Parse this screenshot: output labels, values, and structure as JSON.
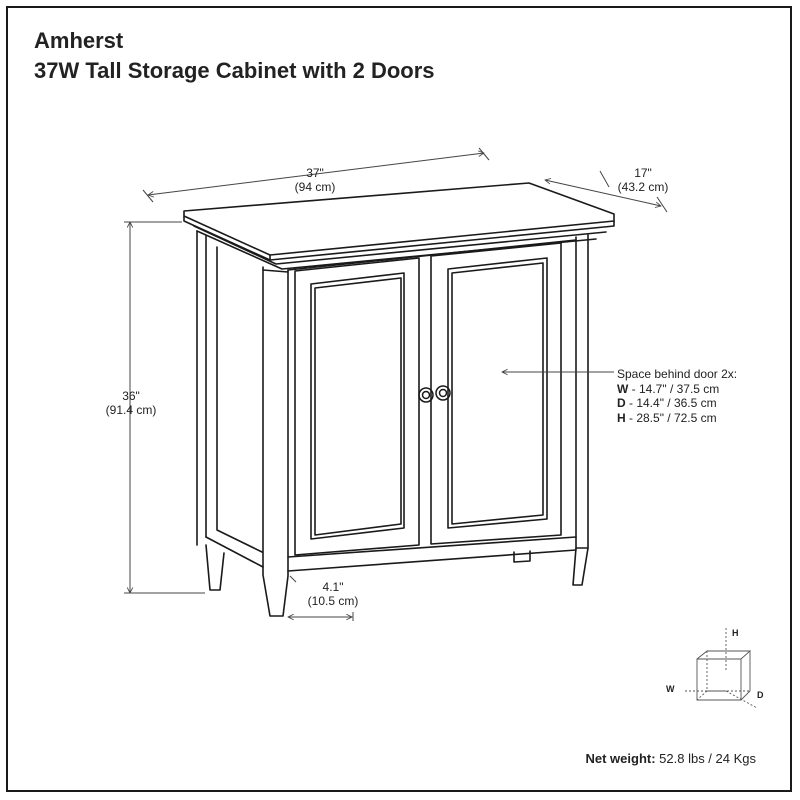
{
  "header": {
    "brand": "Amherst",
    "product": "37W Tall Storage Cabinet with 2 Doors"
  },
  "dimensions": {
    "width": {
      "imperial": "37\"",
      "metric": "(94 cm)"
    },
    "depth": {
      "imperial": "17\"",
      "metric": "(43.2 cm)"
    },
    "height": {
      "imperial": "36\"",
      "metric": "(91.4 cm)"
    },
    "clearance": {
      "imperial": "4.1\"",
      "metric": "(10.5 cm)"
    }
  },
  "interior_note": {
    "heading": "Space behind door 2x:",
    "rows": [
      {
        "key": "W",
        "value": " - 14.7\" / 37.5 cm"
      },
      {
        "key": "D",
        "value": " - 14.4\" / 36.5 cm"
      },
      {
        "key": "H",
        "value": " - 28.5\" / 72.5 cm"
      }
    ]
  },
  "axis_legend": {
    "h": "H",
    "w": "W",
    "d": "D"
  },
  "net_weight": {
    "label": "Net weight:",
    "value": " 52.8 lbs / 24 Kgs"
  },
  "colors": {
    "line": "#1a1a1a",
    "dimension_line": "#444444",
    "background": "#ffffff"
  }
}
